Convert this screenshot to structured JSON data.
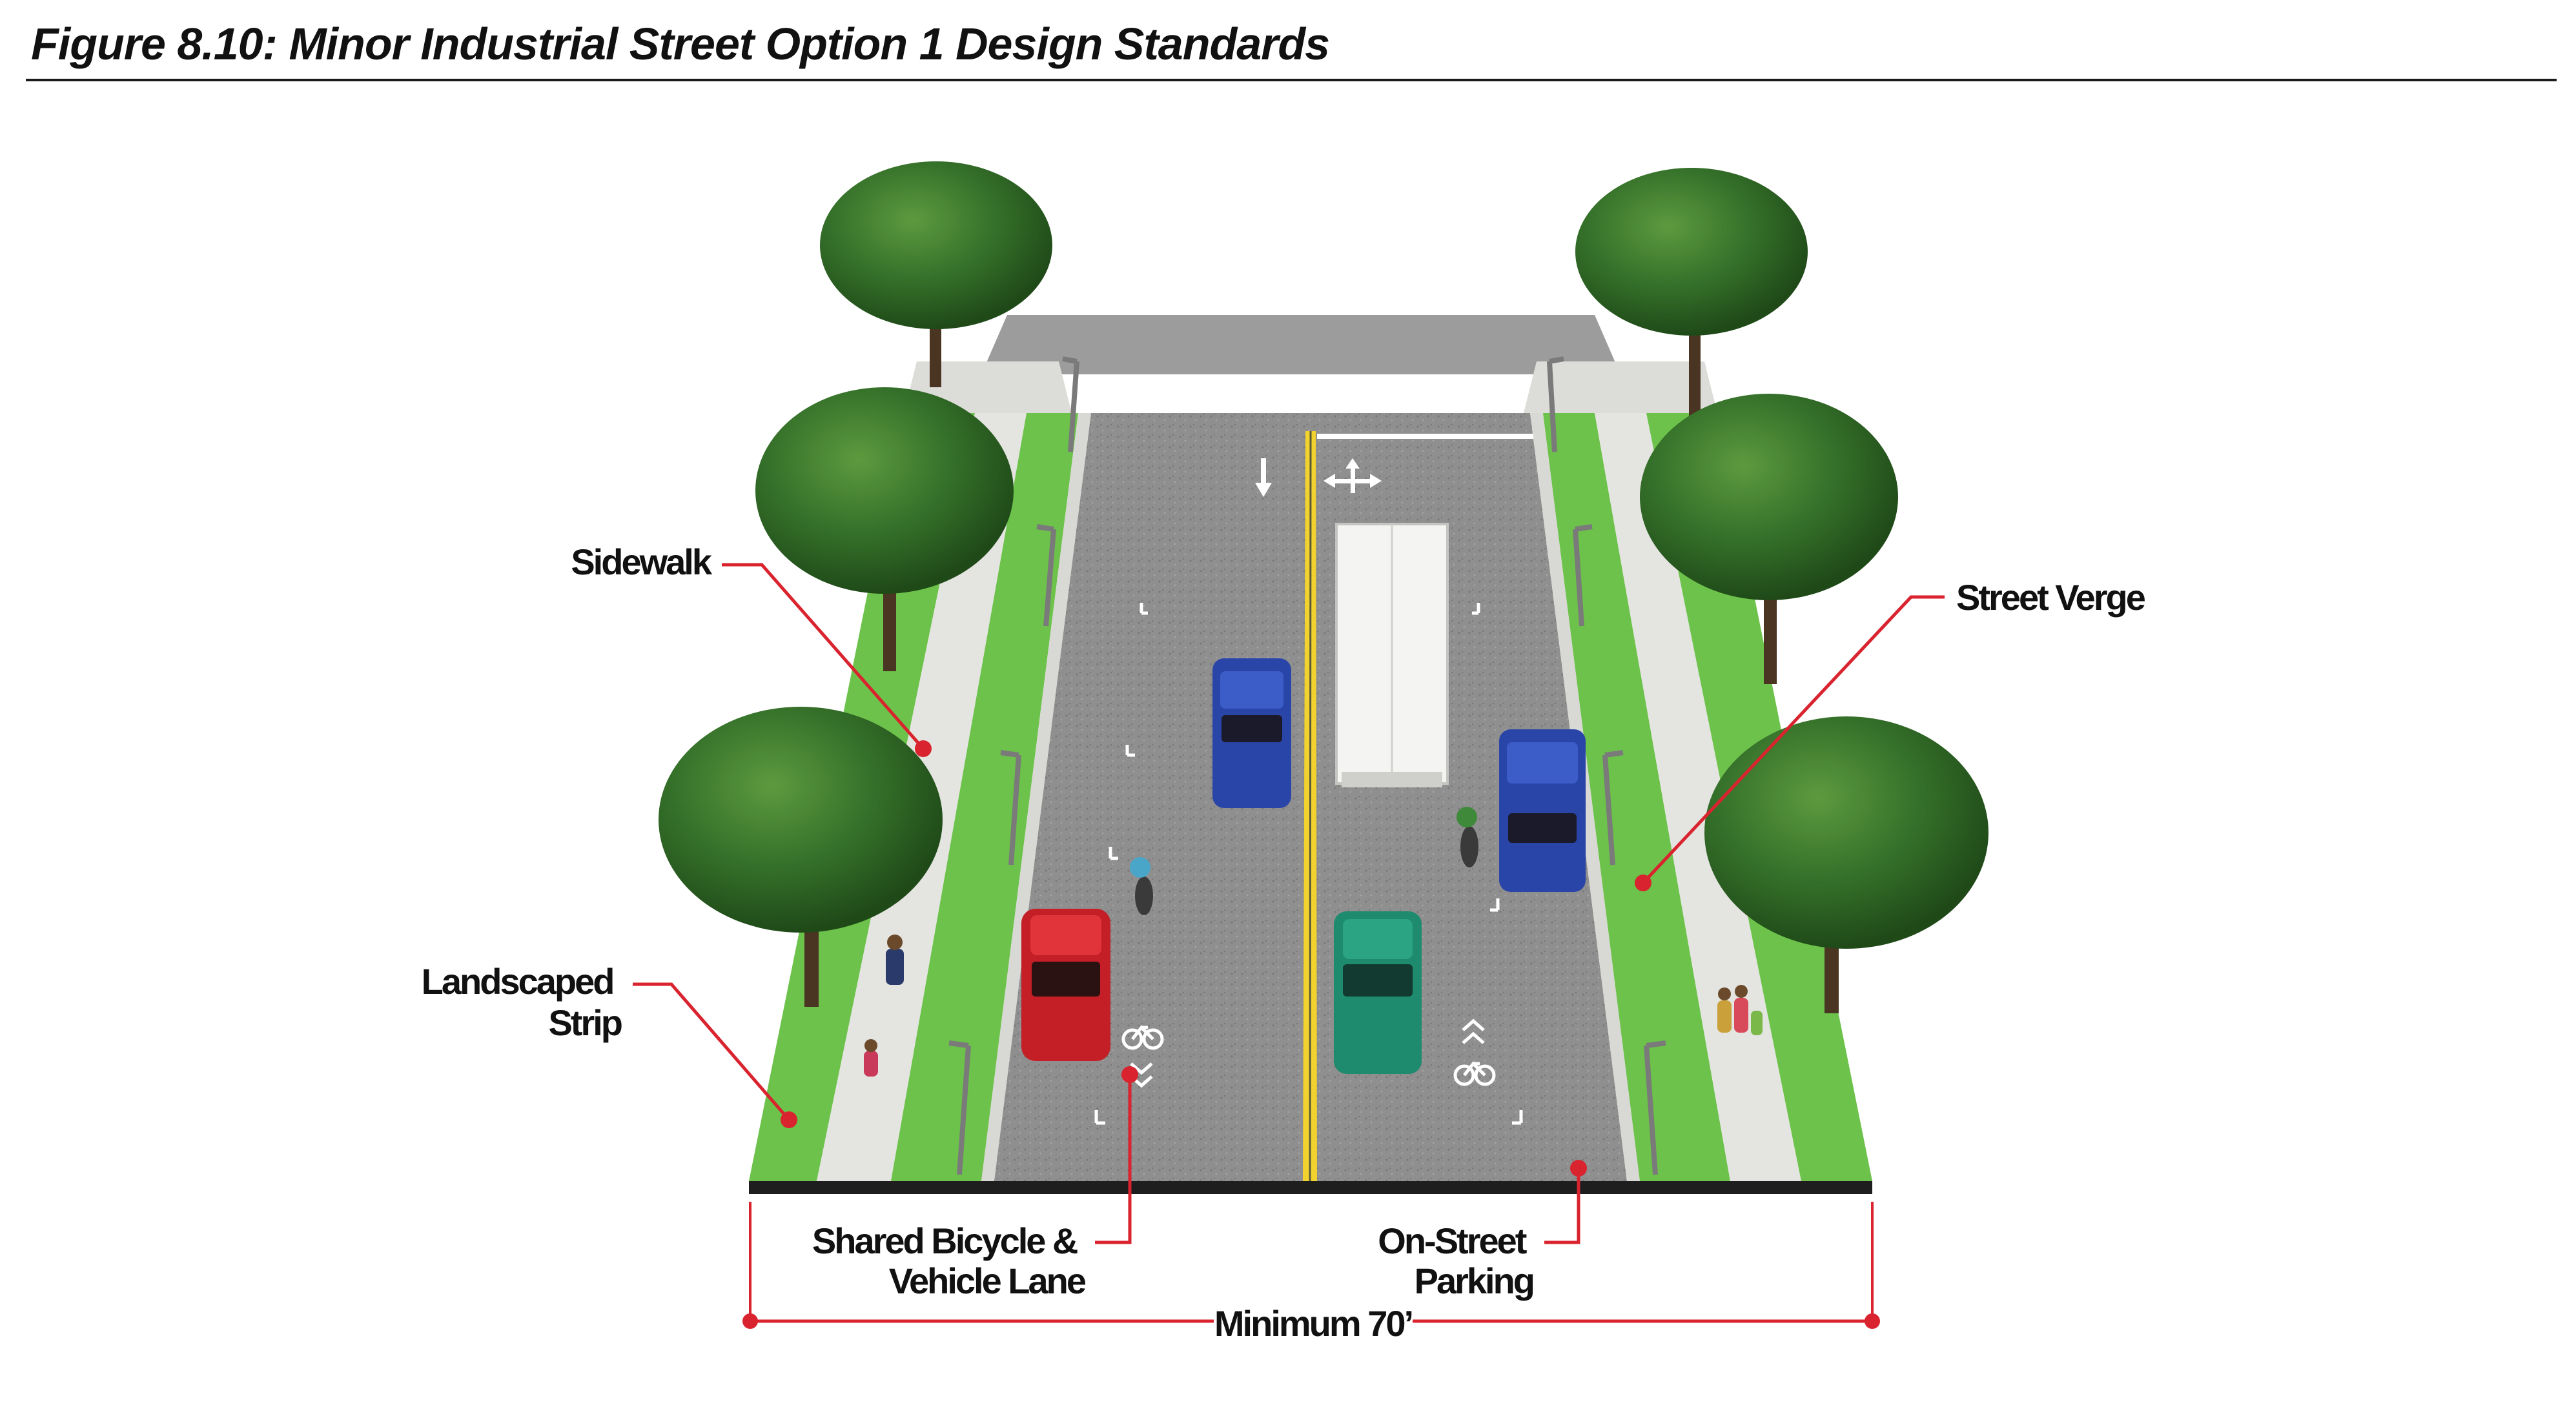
{
  "figure": {
    "title": "Figure 8.10: Minor Industrial Street Option 1 Design Standards"
  },
  "callouts": {
    "sidewalk": "Sidewalk",
    "landscaped_strip_line1": "Landscaped",
    "landscaped_strip_line2": "Strip",
    "street_verge": "Street Verge",
    "shared_lane_line1": "Shared Bicycle &",
    "shared_lane_line2": "Vehicle Lane",
    "on_street_parking_line1": "On-Street",
    "on_street_parking_line2": "Parking"
  },
  "dimension": {
    "label": "Minimum 70’"
  },
  "colors": {
    "callout_red": "#d9232e",
    "grass": "#6cc24a",
    "asphalt": "#8e8e8e",
    "sidewalk": "#e4e4e0",
    "center_line": "#f2d22e",
    "tree": "#2f6a23"
  }
}
